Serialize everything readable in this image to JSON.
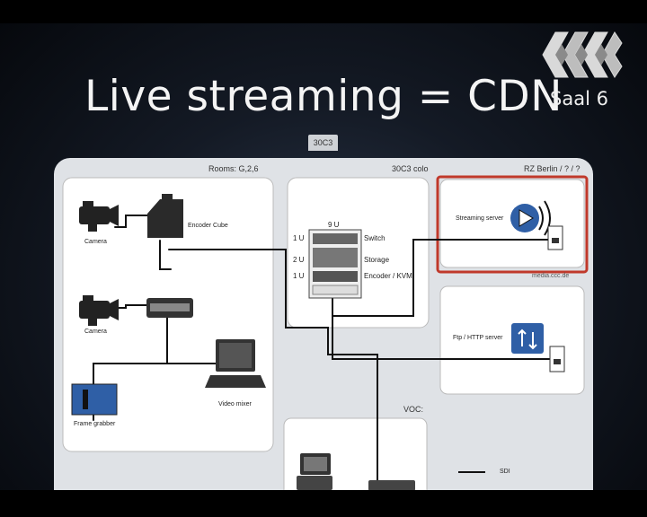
{
  "slide": {
    "title": "Live streaming = CDN",
    "hall": "Saal 6",
    "tab": "30C3"
  },
  "diagram": {
    "rooms_header": "Rooms:   G,2,6",
    "colo_header": "30C3 colo",
    "rz_header": "RZ Berlin / ? / ?",
    "voc_header": "VOC:",
    "camera1": "Camera",
    "camera2": "Camera",
    "encoder_cube": "Encoder Cube",
    "frame_grabber": "Frame grabber",
    "video_mixer": "Video mixer",
    "rack_size": "9 U",
    "rack_rows": [
      {
        "units": "1 U",
        "label": "Switch"
      },
      {
        "units": "2 U",
        "label": "Storage"
      },
      {
        "units": "1 U",
        "label": "Encoder / KVM"
      }
    ],
    "streaming_server": "Streaming server",
    "media_host": "media.ccc.de",
    "ftp_server": "Ftp / HTTP server",
    "legend_sdi": "SDI"
  },
  "colors": {
    "panel": "#dfe2e6",
    "box": "#ffffff",
    "cable": "#111111",
    "highlight": "#c0392b",
    "accent_blue": "#2f5fa6"
  }
}
